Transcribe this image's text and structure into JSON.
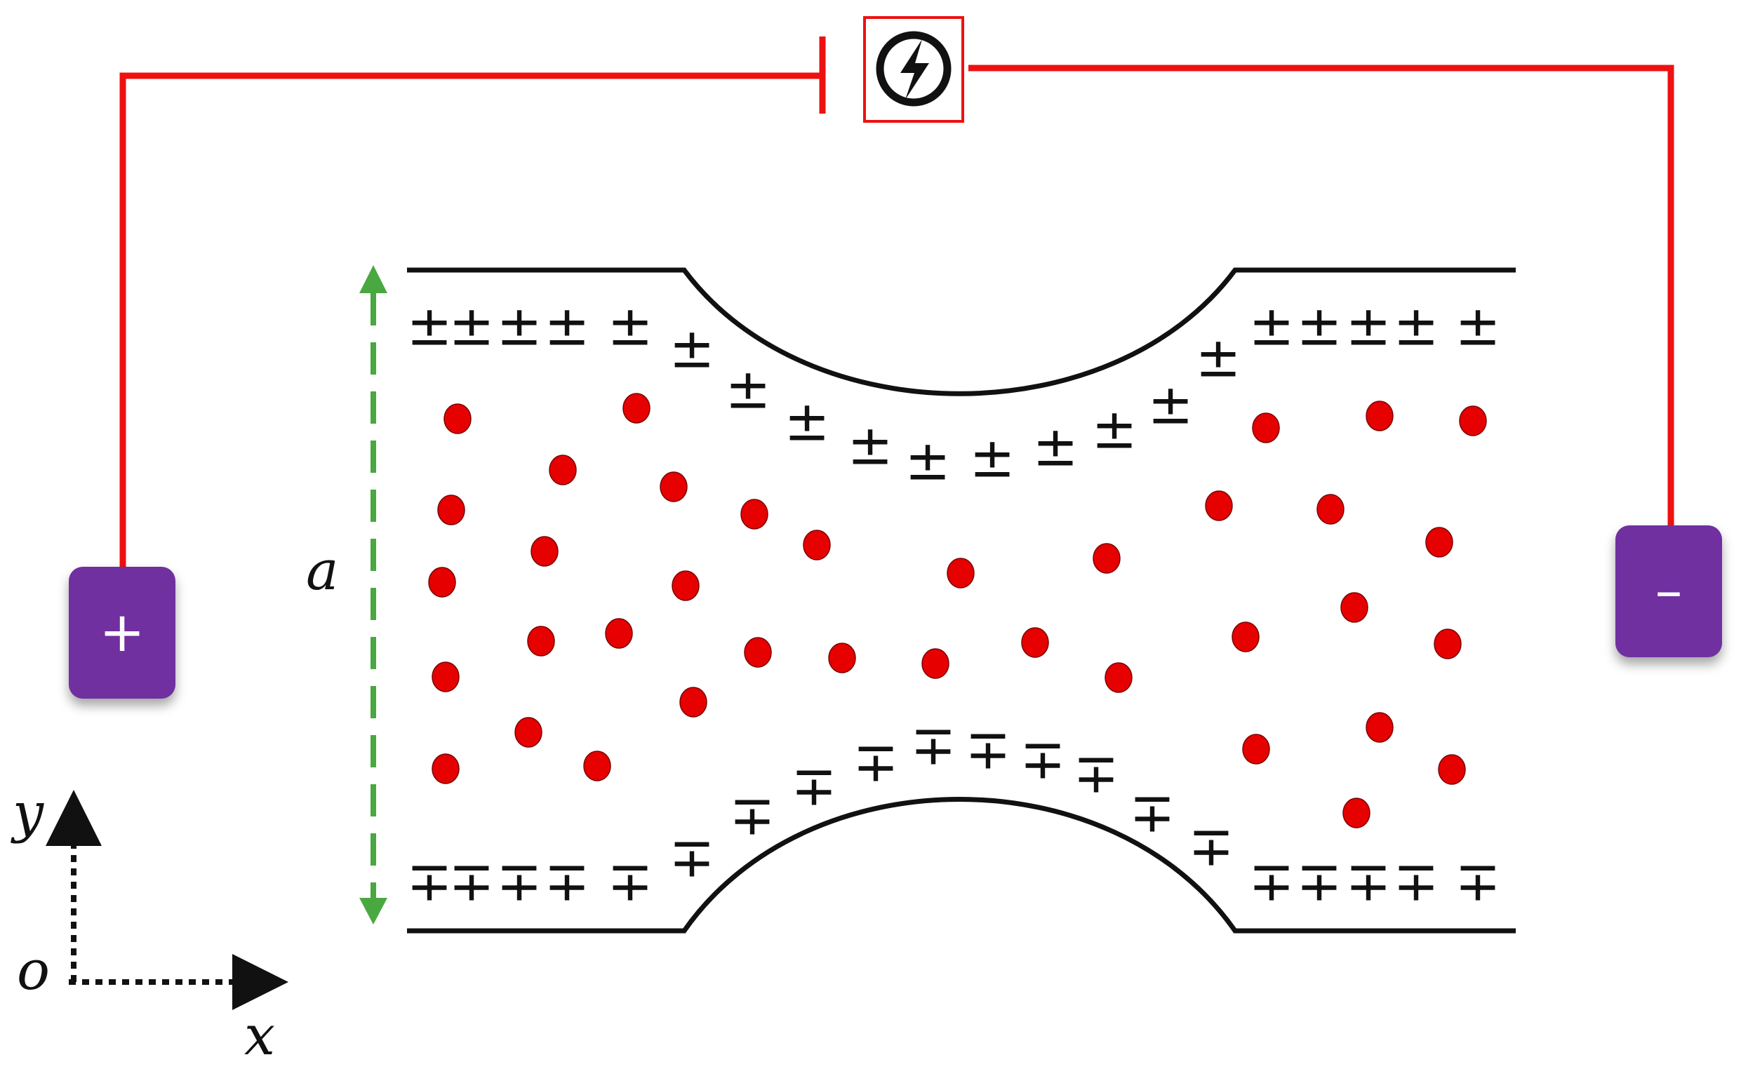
{
  "electrodes": {
    "positive_label": "+",
    "negative_label": "–"
  },
  "labels": {
    "width": "a",
    "y_axis": "y",
    "x_axis": "x",
    "origin": "o"
  },
  "wall_charges": {
    "top": "±",
    "bottom": "∓"
  },
  "colors": {
    "wire": "#ee1111",
    "particle": "#e60000",
    "electrode": "#7030a0",
    "dimension_arrow": "#4aa840",
    "wall": "#111111"
  },
  "icons": {
    "power_source": "lightning-bolt-icon"
  }
}
